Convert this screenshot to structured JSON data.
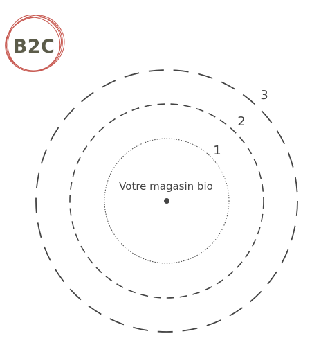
{
  "badge": {
    "label": "B2C",
    "stroke_color": "#c85a52",
    "text_color": "#5c5c4a"
  },
  "diagram": {
    "center_label": "Votre magasin bio",
    "line_color": "#444444",
    "ring_labels": [
      "1",
      "2",
      "3"
    ]
  }
}
